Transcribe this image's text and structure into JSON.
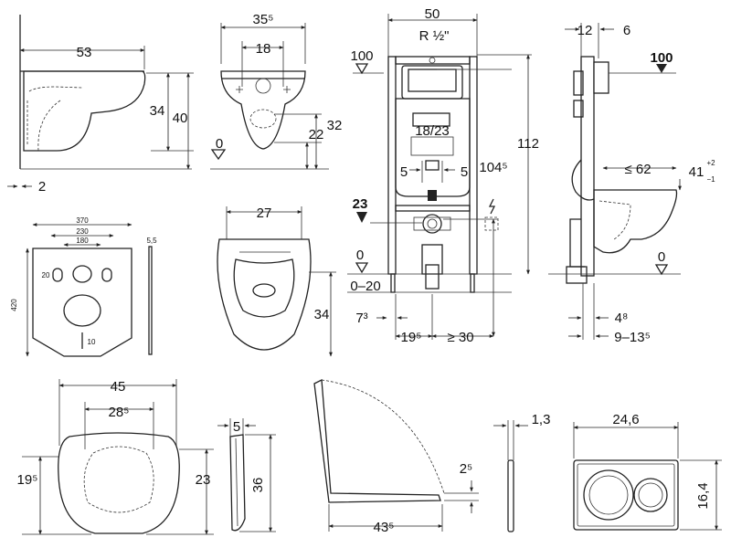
{
  "bowl_side": {
    "width": "53",
    "height_a": "34",
    "height_b": "40",
    "offset": "2"
  },
  "bowl_front": {
    "width": "35⁵",
    "hole_spacing": "18",
    "height_a": "22",
    "height_b": "32",
    "floor": "0"
  },
  "frame_front": {
    "width": "50",
    "pipe": "R ½\"",
    "level_top": "100",
    "height_total": "112",
    "span": "18/23",
    "side_a": "5",
    "side_b": "5",
    "drain_height": "104⁵",
    "level_left": "23",
    "floor": "0",
    "floor_range": "0–20",
    "bottom_left": "7³",
    "bottom_mid": "19⁵",
    "bottom_right": "≥ 30"
  },
  "frame_side": {
    "top_a": "12",
    "top_b": "6",
    "level_top": "100",
    "height": "≤ 62",
    "height_tol": "41",
    "tol_plus": "+2",
    "tol_minus": "−1",
    "floor": "0",
    "bottom_a": "4⁸",
    "bottom_b": "9–13⁵"
  },
  "mat": {
    "width": "370",
    "inner_a": "230",
    "inner_b": "180",
    "height": "420",
    "thickness": "5,5",
    "slot": "20",
    "hole": "10"
  },
  "seat_top": {
    "width": "27",
    "depth": "34"
  },
  "seat_bottom": {
    "width": "45",
    "inner": "28⁵",
    "left_h": "19⁵",
    "right_h": "23"
  },
  "seat_side": {
    "thickness": "5",
    "depth": "36"
  },
  "lid": {
    "depth": "43⁵",
    "height": "2⁵"
  },
  "plate_side": {
    "thickness": "1,3"
  },
  "plate_front": {
    "width": "24,6",
    "height": "16,4"
  }
}
